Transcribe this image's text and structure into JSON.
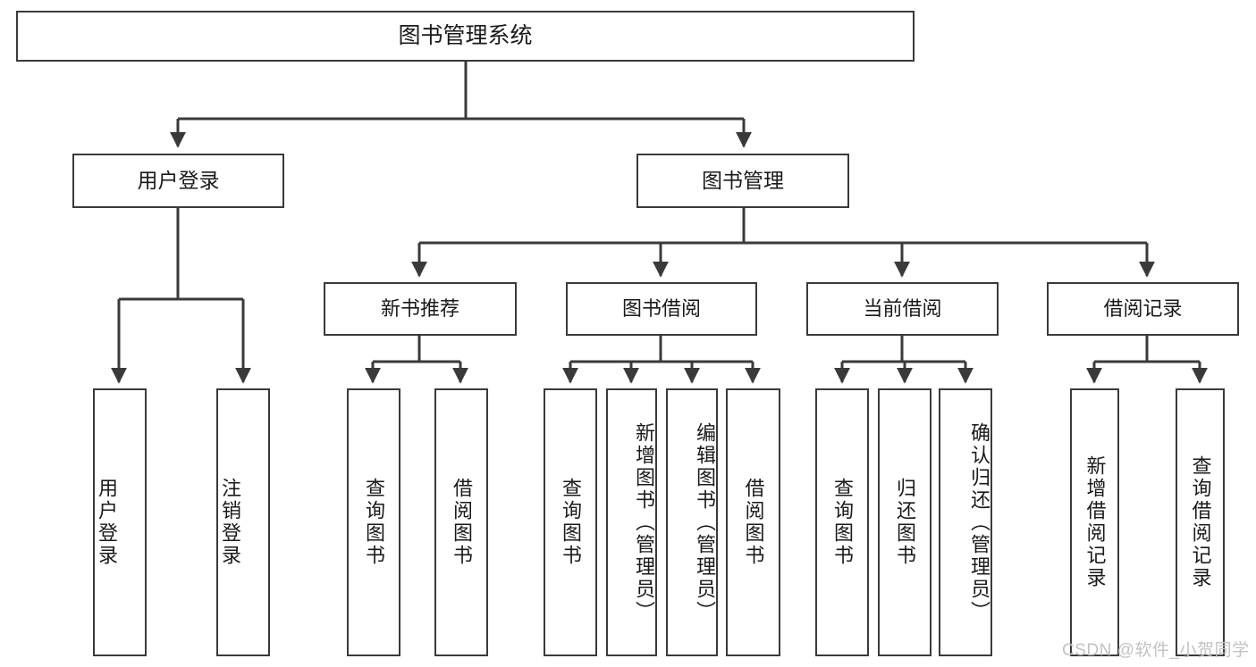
{
  "diagram": {
    "title": "图书管理系统",
    "type": "hierarchy-tree",
    "root": {
      "label": "图书管理系统"
    },
    "level2": [
      {
        "label": "用户登录"
      },
      {
        "label": "图书管理"
      }
    ],
    "level3": [
      {
        "label": "新书推荐"
      },
      {
        "label": "图书借阅"
      },
      {
        "label": "当前借阅"
      },
      {
        "label": "借阅记录"
      }
    ],
    "leaves": {
      "user_login": [
        {
          "label": "用户登录"
        },
        {
          "label": "注销登录"
        }
      ],
      "new_book_recommend": [
        {
          "label": "查询图书"
        },
        {
          "label": "借阅图书"
        }
      ],
      "book_borrow": [
        {
          "label": "查询图书"
        },
        {
          "label": "新增图书（管理员）"
        },
        {
          "label": "编辑图书（管理员）"
        },
        {
          "label": "借阅图书"
        }
      ],
      "current_borrow": [
        {
          "label": "查询图书"
        },
        {
          "label": "归还图书"
        },
        {
          "label": "确认归还（管理员）"
        }
      ],
      "borrow_record": [
        {
          "label": "新增借阅记录"
        },
        {
          "label": "查询借阅记录"
        }
      ]
    },
    "watermark": "CSDN @软件_小贺同学",
    "colors": {
      "box_border": "#3a3a3a",
      "connector": "#3a3a3a",
      "text": "#1a1a1a",
      "background": "#ffffff",
      "watermark": "#c2c2c2"
    }
  }
}
